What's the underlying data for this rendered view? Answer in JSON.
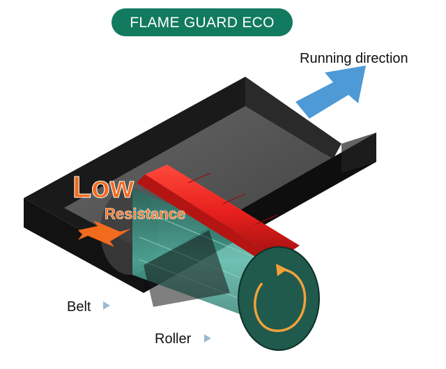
{
  "title": "FLAME GUARD ECO",
  "direction_label": "Running direction",
  "low_label": "Low",
  "resistance_label": "Resistance",
  "belt_label": "Belt",
  "roller_label": "Roller",
  "colors": {
    "title_badge": "#127a5f",
    "direction_arrow": "#4e9ad6",
    "belt_dark": "#1b1b1b",
    "belt_floor": "#5a5a5a",
    "red_belt": "#e8201d",
    "roller_face": "#1f5a4d",
    "roller_body": "#3fa99a",
    "accent_orange": "#f26b1d"
  }
}
